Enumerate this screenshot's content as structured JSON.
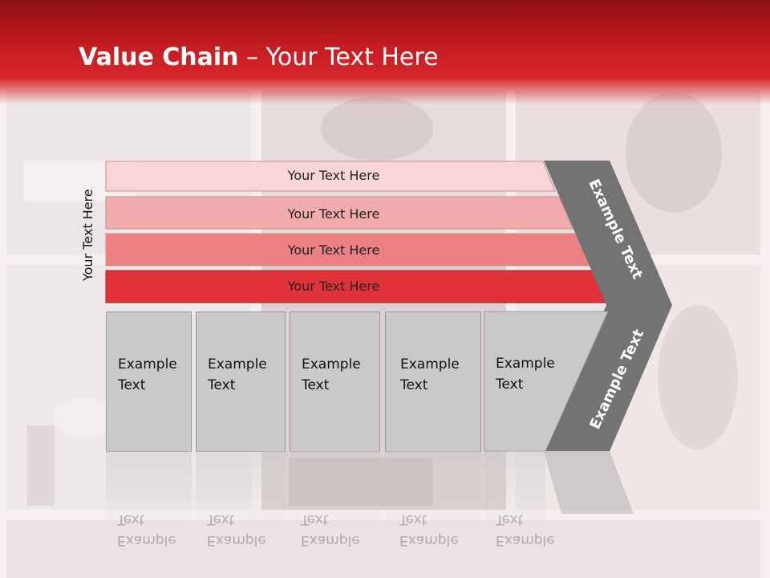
{
  "title": {
    "bold": "Value Chain",
    "rest": " – Your Text Here"
  },
  "side_label": "Your Text Here",
  "rows": [
    {
      "label": "Your Text Here",
      "color": "#f8d6d7"
    },
    {
      "label": "Your Text Here",
      "color": "#f2abad"
    },
    {
      "label": "Your Text Here",
      "color": "#ec8082"
    },
    {
      "label": "Your Text Here",
      "color": "#e03238"
    }
  ],
  "boxes": [
    {
      "line1": "Example",
      "line2": "Text"
    },
    {
      "line1": "Example",
      "line2": "Text"
    },
    {
      "line1": "Example",
      "line2": "Text"
    },
    {
      "line1": "Example",
      "line2": "Text"
    },
    {
      "line1": "Example",
      "line2": "Text"
    }
  ],
  "chevron": {
    "top_label": "Example Text",
    "bottom_label": "Example Text",
    "color": "#737373"
  }
}
